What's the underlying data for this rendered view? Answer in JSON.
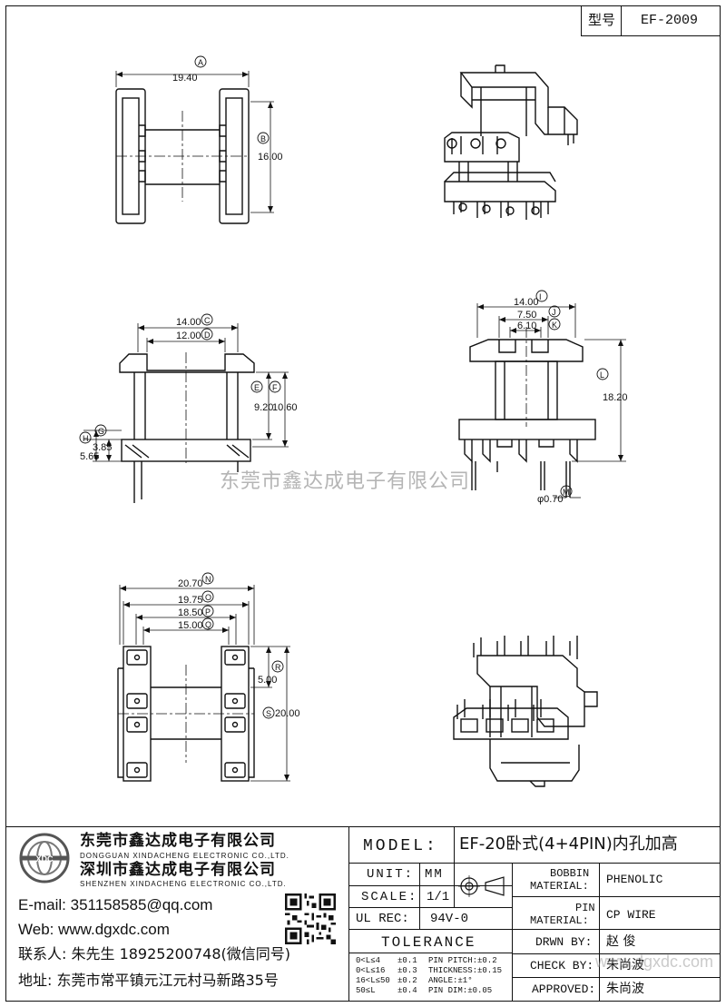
{
  "header": {
    "model_label": "型号",
    "model_value": "EF-2009"
  },
  "dims": {
    "top_width": "19.40",
    "top_width_tag": "A",
    "top_height": "16.00",
    "top_height_tag": "B",
    "side_c": "14.00",
    "side_c_tag": "C",
    "side_d": "12.00",
    "side_d_tag": "D",
    "side_e": "9.20",
    "side_e_tag": "E",
    "side_f": "10.60",
    "side_f_tag": "F",
    "side_g": "3.85",
    "side_g_tag": "G",
    "side_h": "5.65",
    "side_h_tag": "H",
    "front_i": "14.00",
    "front_i_tag": "I",
    "front_j": "7.50",
    "front_j_tag": "J",
    "front_k": "6.10",
    "front_k_tag": "K",
    "front_l": "18.20",
    "front_l_tag": "L",
    "front_m": "φ0.70",
    "front_m_tag": "M",
    "bot_n": "20.70",
    "bot_n_tag": "N",
    "bot_o": "19.75",
    "bot_o_tag": "O",
    "bot_p": "18.50",
    "bot_p_tag": "P",
    "bot_q": "15.00",
    "bot_q_tag": "Q",
    "bot_r": "5.00",
    "bot_r_tag": "R",
    "bot_s": "20.00",
    "bot_s_tag": "S"
  },
  "watermark": "东莞市鑫达成电子有限公司",
  "watermark2": "www.dgxdc.com",
  "company": {
    "name_dg": "东莞市鑫达成电子有限公司",
    "en_dg": "DONGGUAN XINDACHENG ELECTRONIC CO.,LTD.",
    "name_sz": "深圳市鑫达成电子有限公司",
    "en_sz": "SHENZHEN XINDACHENG ELECTRONIC CO.,LTD.",
    "email": "E-mail: 351158585@qq.com",
    "web": "Web: www.dgxdc.com",
    "contact": "联系人: 朱先生 18925200748(微信同号)",
    "address": "地址: 东莞市常平镇元江元村马新路35号"
  },
  "titleblock": {
    "model_label": "MODEL:",
    "model_value": "EF-20卧式(4+4PIN)内孔加高",
    "unit_label": "UNIT:",
    "unit_value": "MM",
    "scale_label": "SCALE:",
    "scale_value": "1/1",
    "ul_label": "UL REC:",
    "ul_value": "94V-0",
    "bobbin_label1": "BOBBIN",
    "bobbin_label2": "MATERIAL:",
    "bobbin_value": "PHENOLIC",
    "pin_label1": "PIN",
    "pin_label2": "MATERIAL:",
    "pin_value": "CP WIRE",
    "tolerance_label": "TOLERANCE",
    "tol_rows": [
      {
        "range": "0<L≤4",
        "tol": "±0.1",
        "item": "PIN PITCH:±0.2"
      },
      {
        "range": "0<L≤16",
        "tol": "±0.3",
        "item": "THICKNESS:±0.15"
      },
      {
        "range": "16<L≤50",
        "tol": "±0.2",
        "item": "ANGLE:±1°"
      },
      {
        "range": "50≤L",
        "tol": "±0.4",
        "item": "PIN DIM:±0.05"
      }
    ],
    "drwn_label": "DRWN BY:",
    "drwn_value": "赵 俊",
    "check_label": "CHECK BY:",
    "check_value": "朱尚波",
    "approved_label": "APPROVED:",
    "approved_value": "朱尚波"
  }
}
